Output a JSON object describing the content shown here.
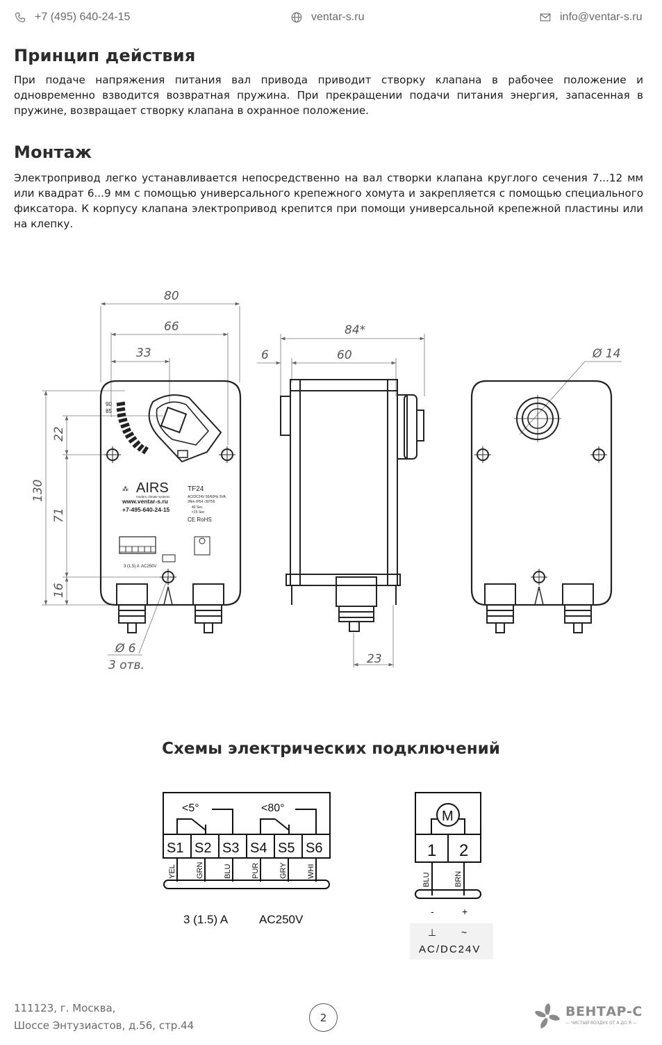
{
  "header": {
    "phone": "+7 (495) 640-24-15",
    "site": "ventar-s.ru",
    "email": "info@ventar-s.ru"
  },
  "principle": {
    "title": "Принцип действия",
    "text": "При подаче напряжения питания вал привода приводит створку клапана в рабочее положение и одновременно взводится возвратная пружина. При прекращении подачи питания энергия, запасенная в пружине, возвращает створку клапана в охранное положение."
  },
  "mounting": {
    "title": "Монтаж",
    "text": "Электропривод легко устанавливается непосредственно на вал створки клапана круглого сечения 7...12 мм или квадрат 6...9 мм с помощью универсального крепежного хомута и закрепляется с помощью специального фиксатора. К корпусу клапана электропривод крепится при помощи универсальной крепежной пластины или на клепку."
  },
  "drawing": {
    "dims": {
      "d80": "80",
      "d66": "66",
      "d33": "33",
      "d84": "84*",
      "d6": "6",
      "d60": "60",
      "d14": "Ø 14",
      "d22": "22",
      "d130": "130",
      "d71": "71",
      "d16": "16",
      "d23": "23",
      "hole_d": "Ø 6",
      "holes": "3 отв."
    },
    "device": {
      "brand": "AIRS",
      "brand_sub": "modern climate systems",
      "site": "www.ventar-s.ru",
      "phone": "+7-495-640-24-15",
      "model": "TF24",
      "spec1": "AC/DC24V 50/60Hz 5VA",
      "spec2": "3Nm IP54 -30T50",
      "spec3": "40 Sec",
      "spec4": "<15 Sec",
      "cert": "CE RoHS",
      "scale90": "90",
      "scale85": "85",
      "rating": "3 (1.5) A",
      "ac": "AC250V"
    }
  },
  "schemes": {
    "title": "Схемы электрических подключений",
    "switch": {
      "angle1": "<5°",
      "angle2": "<80°",
      "terminals": [
        "S1",
        "S2",
        "S3",
        "S4",
        "S5",
        "S6"
      ],
      "wires": [
        "YEL",
        "GRN",
        "BLU",
        "PUR",
        "GRY",
        "WHI"
      ],
      "rating": "3 (1.5) A",
      "voltage": "AC250V"
    },
    "motor": {
      "symbol": "M",
      "terminals": [
        "1",
        "2"
      ],
      "wires": [
        "BLU",
        "BRN"
      ],
      "signs": [
        "-",
        "+"
      ],
      "symbols": [
        "⊥",
        "~"
      ],
      "voltage": "AC/DC24V"
    }
  },
  "footer": {
    "address_line1": "111123, г. Москва,",
    "address_line2": "Шоссе Энтузиастов, д.56, стр.44",
    "page": "2",
    "logo_name": "ВЕНТАР-С",
    "logo_slogan": "— ЧИСТЫЙ ВОЗДУХ ОТ А ДО Я —"
  }
}
